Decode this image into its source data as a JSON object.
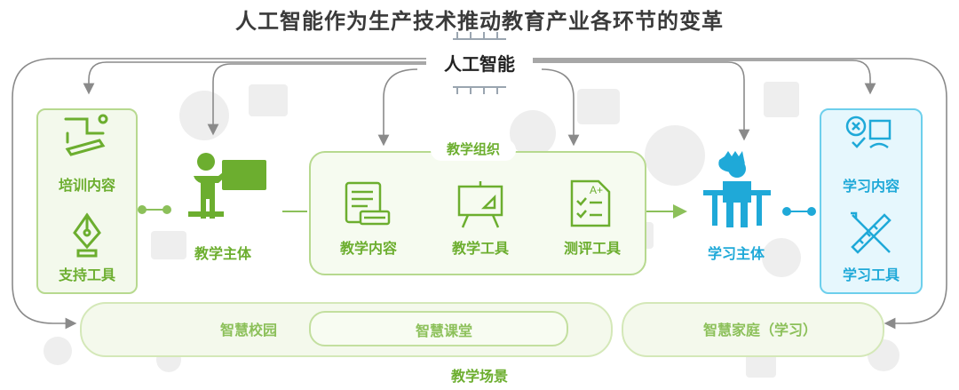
{
  "title": "人工智能作为生产技术推动教育产业各环节的变革",
  "ai": {
    "label": "人工智能"
  },
  "left_box": {
    "items": [
      "培训内容",
      "支持工具"
    ]
  },
  "teacher": {
    "label": "教学主体"
  },
  "org": {
    "tag": "教学组织",
    "items": [
      "教学内容",
      "教学工具",
      "测评工具"
    ]
  },
  "student": {
    "label": "学习主体"
  },
  "right_box": {
    "items": [
      "学习内容",
      "学习工具"
    ]
  },
  "scenes": {
    "campus": "智慧校园",
    "classroom": "智慧课堂",
    "home": "智慧家庭（学习）",
    "label": "教学场景"
  },
  "colors": {
    "green": "#6cae2f",
    "green_light": "#b7d98f",
    "blue": "#1fa9d8",
    "blue_light": "#6dcfec",
    "arrow": "#8a8a8a"
  },
  "icons": [
    "chip-icon",
    "drafting-icon",
    "pen-nib-icon",
    "teacher-icon",
    "document-icon",
    "easel-icon",
    "checklist-icon",
    "student-icon",
    "learning-icon",
    "ruler-pencil-icon"
  ]
}
